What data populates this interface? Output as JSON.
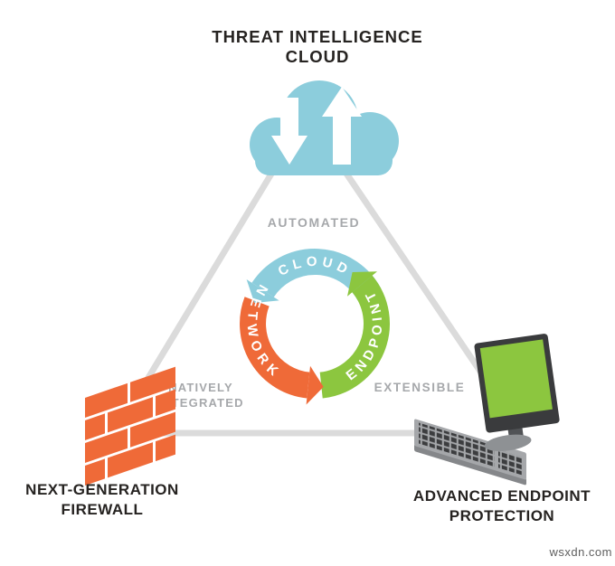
{
  "title": {
    "line1": "THREAT INTELLIGENCE",
    "line2": "CLOUD"
  },
  "cycle": {
    "top_arc_label": "CLOUD",
    "right_arc_label": "ENDPOINT",
    "left_arc_label": "NETWORK"
  },
  "edge_labels": {
    "top": "AUTOMATED",
    "left_line1": "NATIVELY",
    "left_line2": "INTEGRATED",
    "right": "EXTENSIBLE"
  },
  "nodes": {
    "firewall_label_line1": "NEXT-GENERATION",
    "firewall_label_line2": "FIREWALL",
    "endpoint_label_line1": "ADVANCED ENDPOINT",
    "endpoint_label_line2": "PROTECTION"
  },
  "watermark": "wsxdn.com",
  "icons": {
    "threat-cloud-icon": "svg cloud shape",
    "download-arrow-icon": "svg white down arrow",
    "upload-arrow-icon": "svg white up arrow",
    "cycle-arrow-cloud": "svg blue arc arrow",
    "cycle-arrow-endpoint": "svg green arc arrow",
    "cycle-arrow-network": "svg orange arc arrow",
    "firewall-bricks-icon": "svg isometric brick wall",
    "monitor-icon": "svg tilted monitor with green screen",
    "keyboard-icon": "svg isometric keyboard"
  },
  "colors": {
    "blue": "#8CCDDC",
    "green": "#8CC63F",
    "orange": "#EF6A38",
    "label_gray": "#A6A8AB",
    "line_gray": "#DBDBDB",
    "text_dark": "#262321",
    "monitor_frame": "#3A3B3D",
    "keyboard_base": "#A5A7AA",
    "key_dark": "#3C3D3F",
    "stand_gray": "#8E9194",
    "watermark_gray": "#434343"
  }
}
